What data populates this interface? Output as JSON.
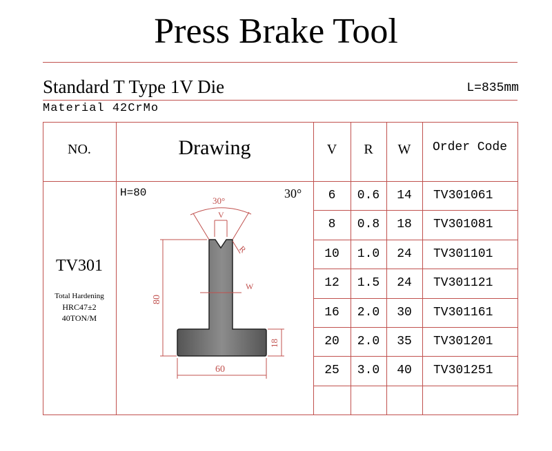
{
  "title": "Press Brake Tool",
  "subtitle": "Standard T Type 1V Die",
  "length": "L=835mm",
  "material": "Material  42CrMo",
  "headers": {
    "no": "NO.",
    "drawing": "Drawing",
    "v": "V",
    "r": "R",
    "w": "W",
    "code": "Order Code"
  },
  "product": {
    "no": "TV301",
    "note1": "Total Hardening",
    "note2": "HRC47±2",
    "note3": "40TON/M"
  },
  "drawing": {
    "height_label": "H=80",
    "angle_label": "30°",
    "dim_angle": "30°",
    "dim_v": "V",
    "dim_r": "R",
    "dim_w": "W",
    "dim_80": "80",
    "dim_18": "18",
    "dim_60": "60"
  },
  "rows": [
    {
      "v": "6",
      "r": "0.6",
      "w": "14",
      "code": "TV301061"
    },
    {
      "v": "8",
      "r": "0.8",
      "w": "18",
      "code": "TV301081"
    },
    {
      "v": "10",
      "r": "1.0",
      "w": "24",
      "code": "TV301101"
    },
    {
      "v": "12",
      "r": "1.5",
      "w": "24",
      "code": "TV301121"
    },
    {
      "v": "16",
      "r": "2.0",
      "w": "30",
      "code": "TV301161"
    },
    {
      "v": "20",
      "r": "2.0",
      "w": "35",
      "code": "TV301201"
    },
    {
      "v": "25",
      "r": "3.0",
      "w": "40",
      "code": "TV301251"
    },
    {
      "v": "",
      "r": "",
      "w": "",
      "code": ""
    }
  ]
}
